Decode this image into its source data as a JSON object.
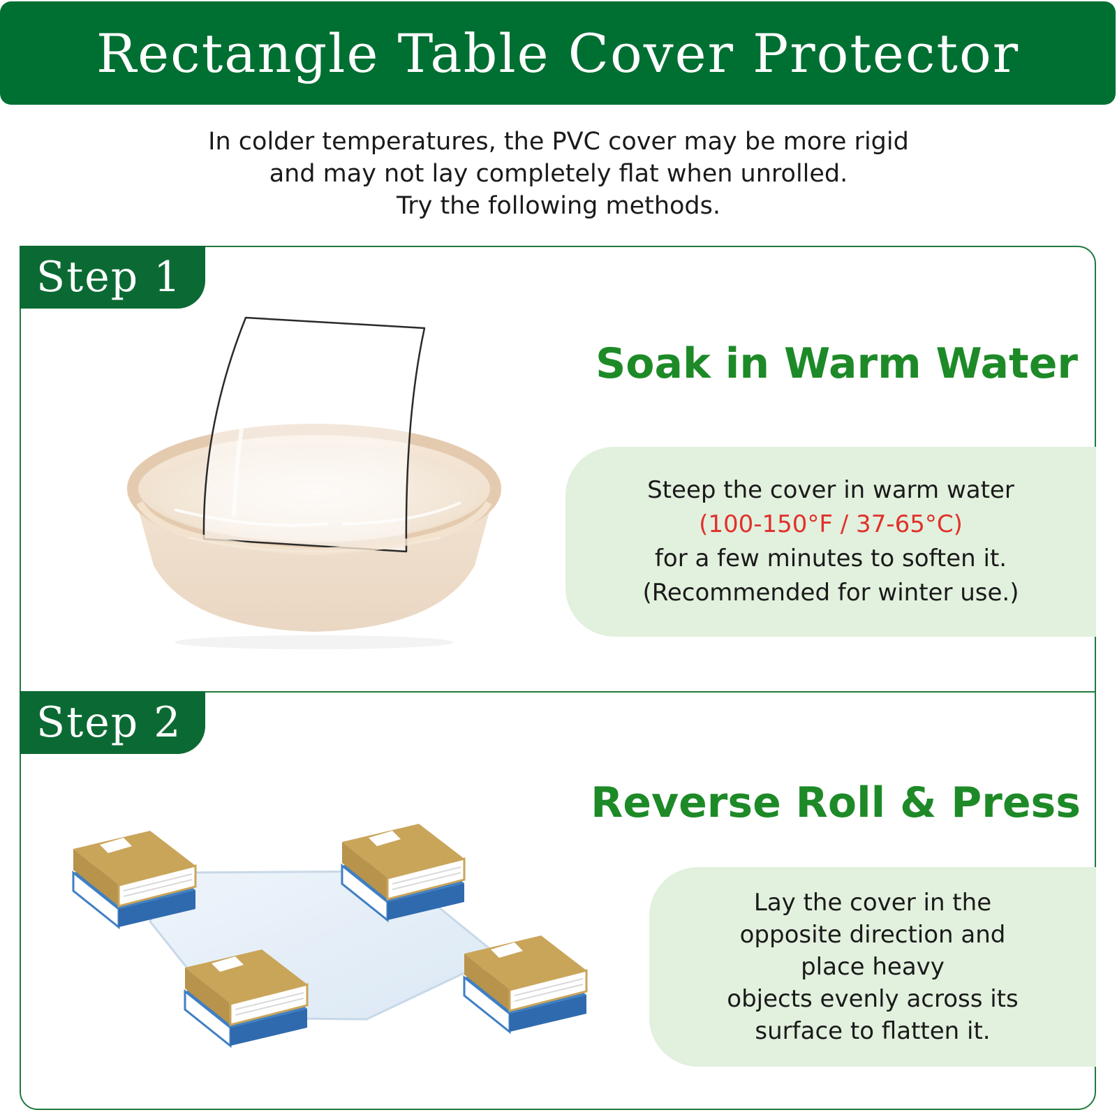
{
  "banner": {
    "title": "Rectangle Table Cover Protector"
  },
  "intro": {
    "lines": [
      "In colder temperatures, the PVC cover may be more rigid",
      "and may not lay completely flat when unrolled.",
      "Try the following methods."
    ]
  },
  "steps": [
    {
      "label": "Step 1",
      "heading": "Soak in Warm Water",
      "description": {
        "line1": "Steep the cover in warm water",
        "temperature": "(100-150°F / 37-65°C)",
        "line3": "for a few minutes to soften it.",
        "line4": "(Recommended for winter use.)"
      }
    },
    {
      "label": "Step 2",
      "heading": "Reverse Roll & Press",
      "description": {
        "lines": [
          "Lay the cover in the",
          "opposite direction and",
          "place heavy",
          "objects evenly across its",
          "surface to flatten it."
        ]
      }
    }
  ],
  "colors": {
    "brand_green": "#006f32",
    "heading_green": "#1d8a27",
    "bubble_bg": "#e2f0de",
    "temperature_red": "#e0302a"
  }
}
